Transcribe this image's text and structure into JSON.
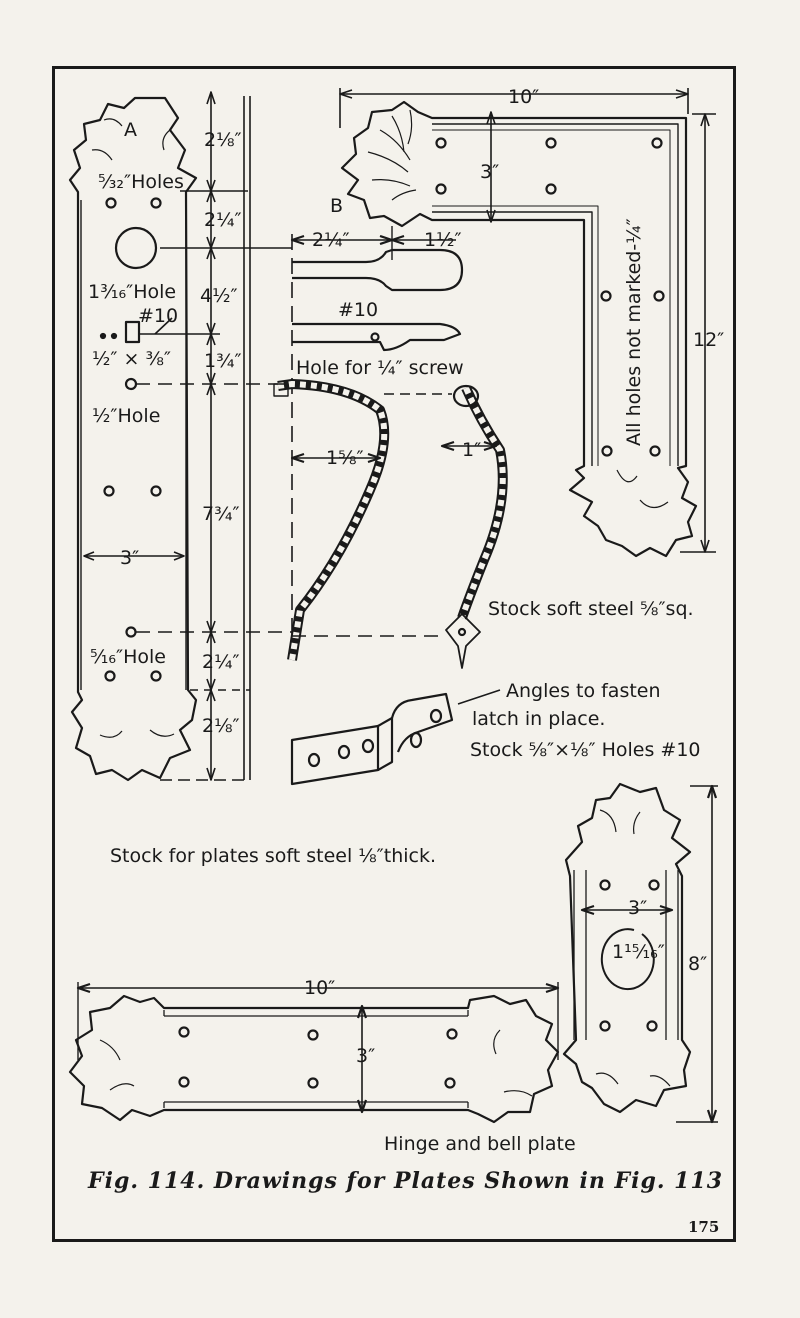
{
  "plate_a": {
    "label": "A",
    "dims": [
      "2⅛″",
      "2¼″",
      "4½″",
      "1¾″",
      "7¾″",
      "2¼″",
      "2⅛″"
    ],
    "width": "3″",
    "notes": [
      "⁵⁄₃₂″Holes",
      "1³⁄₁₆″Hole",
      "#10",
      "½″ × ⅜″",
      "½″Hole",
      "⁵⁄₁₆″Hole"
    ]
  },
  "plate_b": {
    "label": "B",
    "width": "10″",
    "arm": "3″",
    "height": "12″",
    "note": "All holes not marked-¼″"
  },
  "latch": {
    "dim1": "2¼″",
    "dim2": "1½″",
    "hole_no": "#10",
    "hole_note": "Hole for ¼″ screw",
    "offset1": "1⅝″",
    "offset2": "1″",
    "stock": "Stock soft steel ⅝″sq."
  },
  "angles": {
    "line1": "Angles to fasten",
    "line2": "latch in place.",
    "line3": "Stock ⅝″×⅛″  Holes #10"
  },
  "stock_note": "Stock for plates soft steel ⅛″thick.",
  "bell_plate": {
    "width": "3″",
    "height": "8″",
    "hole": "1¹⁵⁄₁₆″"
  },
  "hinge": {
    "width": "10″",
    "height": "3″",
    "label": "Hinge and bell plate"
  },
  "caption": "Fig. 114.  Drawings for Plates Shown in Fig. 113",
  "page_number": "175",
  "colors": {
    "ink": "#1a1a1a",
    "paper": "#f4f2ec"
  }
}
